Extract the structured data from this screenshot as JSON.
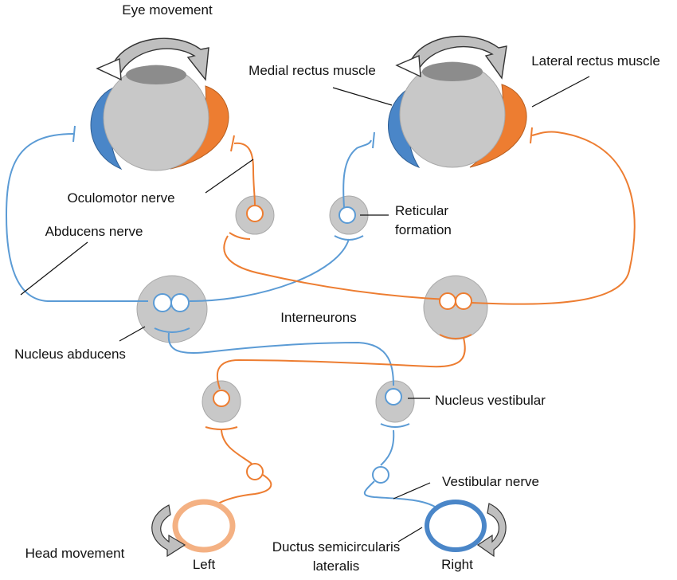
{
  "labels": {
    "eye_movement": "Eye movement",
    "medial_rectus": "Medial rectus muscle",
    "lateral_rectus": "Lateral rectus muscle",
    "oculomotor_nerve": "Oculomotor nerve",
    "abducens_nerve": "Abducens nerve",
    "reticular_line1": "Reticular",
    "reticular_line2": "formation",
    "interneurons": "Interneurons",
    "nucleus_abducens": "Nucleus abducens",
    "nucleus_vestibular": "Nucleus vestibular",
    "vestibular_nerve": "Vestibular nerve",
    "head_movement": "Head movement",
    "ductus_line1": "Ductus semicircularis",
    "ductus_line2": "lateralis",
    "left": "Left",
    "right": "Right"
  },
  "colors": {
    "blue_muscle": "#4a86c8",
    "orange_muscle": "#ed7d31",
    "blue_path": "#5b9bd5",
    "orange_path": "#ed7d31",
    "eyeball": "#c8c8c8",
    "nucleus": "#c8c8c8",
    "arrow_fill": "#bfbfbf",
    "text": "#111111"
  }
}
